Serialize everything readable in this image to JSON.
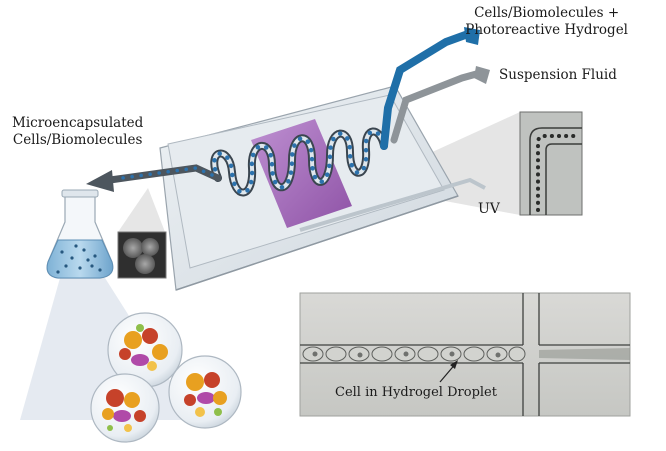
{
  "labels": {
    "input_line1": "Cells/Biomolecules +",
    "input_line2": "Photoreactive Hydrogel",
    "suspension": "Suspension Fluid",
    "micro_line1": "Microencapsulated",
    "micro_line2": "Cells/Biomolecules",
    "uv": "UV",
    "cell_droplet": "Cell in Hydrogel Droplet"
  },
  "colors": {
    "chip_glass": "#dfe5ea",
    "hydrogel_tube": "#1f6fa8",
    "suspension_tube": "#8e9499",
    "uv_region": "#8d3fa6",
    "channel_dark": "#3b4650",
    "droplet_blue": "#2c72ad",
    "medium_blue": "#9fc9e6"
  }
}
